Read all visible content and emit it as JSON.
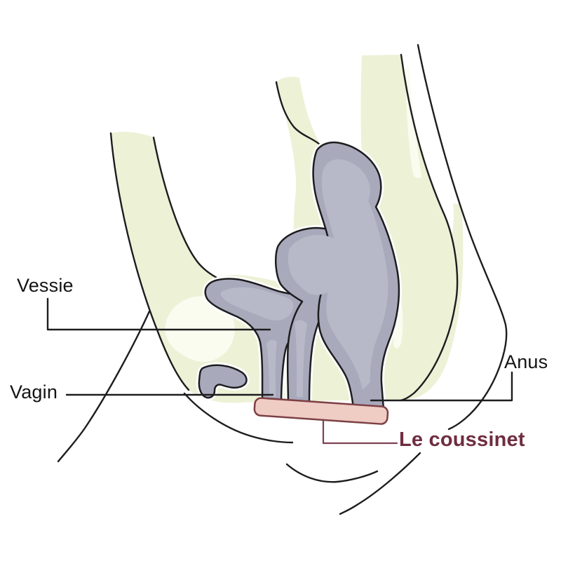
{
  "figure": {
    "type": "anatomical-diagram",
    "description_labels": {
      "vessie": {
        "text": "Vessie"
      },
      "vagin": {
        "text": "Vagin"
      },
      "anus": {
        "text": "Anus"
      },
      "coussinet": {
        "text": "Le coussinet"
      }
    },
    "colors": {
      "background": "#ffffff",
      "tissue_yellow": "#edf1d6",
      "tissue_highlight": "#fafcf0",
      "organ_gray": "#a8a9bb",
      "organ_gray_light": "#b8b9c8",
      "outline_black": "#1d1d1f",
      "gap_white": "#ffffff",
      "pad_fill": "#efccc4",
      "pad_stroke": "#7d4045",
      "accent_maroon_text": "#6f2d40",
      "accent_maroon_leader": "#7d4152"
    }
  }
}
